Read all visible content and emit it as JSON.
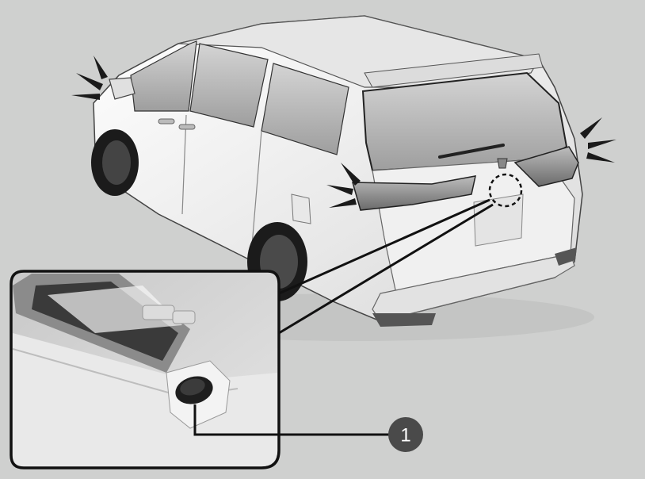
{
  "illustration": {
    "subject": "minivan-rear-quarter-view",
    "callouts": [
      {
        "number": "1",
        "target": "tailgate-open-switch"
      }
    ],
    "flash_indicators": [
      "left-mirror",
      "rear-left-lamp",
      "rear-right-lamp"
    ]
  },
  "colors": {
    "background": "#cfd0cf",
    "car_body": "#f2f2f2",
    "outline": "#222222",
    "callout_badge": "#4a4a4a"
  }
}
